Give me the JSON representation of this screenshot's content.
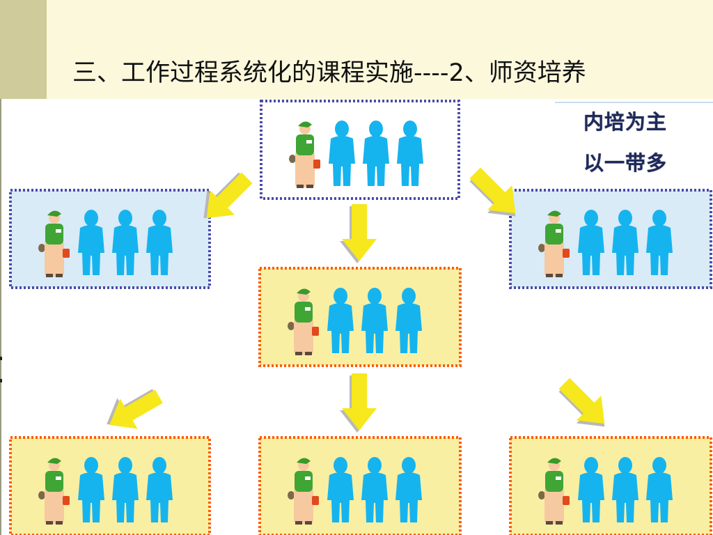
{
  "slide": {
    "title": "三、工作过程系统化的课程实施----2、师资培养"
  },
  "note": {
    "lines": [
      "内培为主",
      "以一带多"
    ]
  },
  "colors": {
    "header_background": "#fbf8dc",
    "header_accent": "#cfcb9a",
    "purple_group_fill": "#ffffff",
    "purple_group_border": "#4a4aa8",
    "blue_group_fill": "#d9ebf7",
    "blue_group_border": "#4a4aa8",
    "yellow_group_fill": "#f8efa3",
    "yellow_group_border": "#ff5a00",
    "arrow": "#f6e81c",
    "teacher_shirt": "#3fa535",
    "teacher_body": "#f7c9a0",
    "teacher_hat": "#3a9a2c",
    "teacher_bag": "#e04a1c",
    "learner": "#16b4ee"
  },
  "diagram": {
    "groups": [
      {
        "id": "top-center",
        "tier": 1,
        "style": "white-purple-border",
        "members": [
          "teacher-icon",
          "learner-icon",
          "learner-icon",
          "learner-icon"
        ]
      },
      {
        "id": "middle-left",
        "tier": 2,
        "style": "blue-purple-border",
        "members": [
          "teacher-icon",
          "learner-icon",
          "learner-icon",
          "learner-icon"
        ]
      },
      {
        "id": "middle-center",
        "tier": 2,
        "style": "yellow-orange-border",
        "members": [
          "teacher-icon",
          "learner-icon",
          "learner-icon",
          "learner-icon"
        ]
      },
      {
        "id": "middle-right",
        "tier": 2,
        "style": "blue-purple-border",
        "members": [
          "teacher-icon",
          "learner-icon",
          "learner-icon",
          "learner-icon"
        ]
      },
      {
        "id": "bottom-left",
        "tier": 3,
        "style": "yellow-orange-border",
        "members": [
          "teacher-icon",
          "learner-icon",
          "learner-icon",
          "learner-icon"
        ]
      },
      {
        "id": "bottom-center",
        "tier": 3,
        "style": "yellow-orange-border",
        "members": [
          "teacher-icon",
          "learner-icon",
          "learner-icon",
          "learner-icon"
        ]
      },
      {
        "id": "bottom-right",
        "tier": 3,
        "style": "yellow-orange-border",
        "members": [
          "teacher-icon",
          "learner-icon",
          "learner-icon",
          "learner-icon"
        ]
      }
    ],
    "arrows": [
      {
        "from": "top-center",
        "to": "middle-left",
        "direction": "down-left"
      },
      {
        "from": "top-center",
        "to": "middle-center",
        "direction": "down"
      },
      {
        "from": "top-center",
        "to": "middle-right",
        "direction": "down-right"
      },
      {
        "from": "middle-center",
        "to": "bottom-left",
        "direction": "down-left"
      },
      {
        "from": "middle-center",
        "to": "bottom-center",
        "direction": "down"
      },
      {
        "from": "middle-center",
        "to": "bottom-right",
        "direction": "down-right"
      }
    ]
  }
}
